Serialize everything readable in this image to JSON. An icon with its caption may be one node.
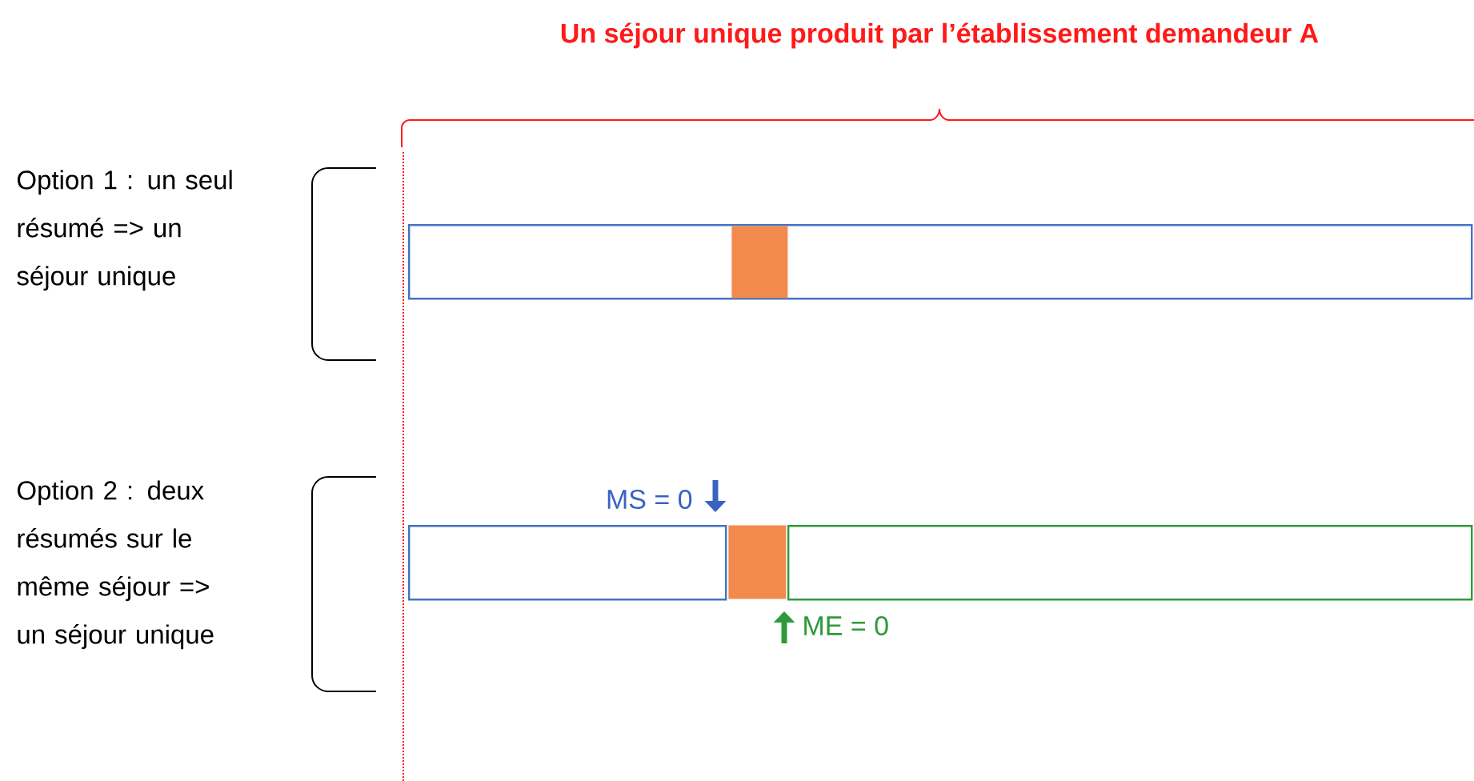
{
  "diagram": {
    "title": "Un séjour unique produit par l’établissement demandeur A",
    "nodes": [
      {
        "text": [],
        "shape": "bar"
      },
      {
        "text": [],
        "shape": "box",
        "in": 0
      },
      {
        "text": [],
        "shape": "bar"
      },
      {
        "text": [],
        "shape": "box"
      },
      {
        "text": [],
        "shape": "bar"
      }
    ],
    "labels": [
      "Option 1 : un seul résumé => un séjour unique",
      "Option 2 : deux résumés sur le même séjour => un séjour unique",
      "MS = 0",
      "ME = 0"
    ]
  }
}
